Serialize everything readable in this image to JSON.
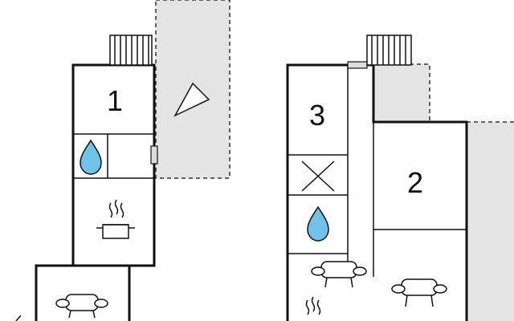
{
  "plan": {
    "rooms": [
      {
        "number": "1"
      },
      {
        "number": "2"
      },
      {
        "number": "3"
      }
    ],
    "colors": {
      "wall": "#111111",
      "terrace": "#e4e4e4",
      "terrace_border": "#333333",
      "water_drop": "#6fc3e8",
      "window": "#dddddd"
    },
    "icons": [
      "stairs-icon",
      "water-drop-icon",
      "cooking-pot-icon",
      "armchair-icon",
      "closet-x-icon",
      "compass-pointer-icon"
    ]
  }
}
